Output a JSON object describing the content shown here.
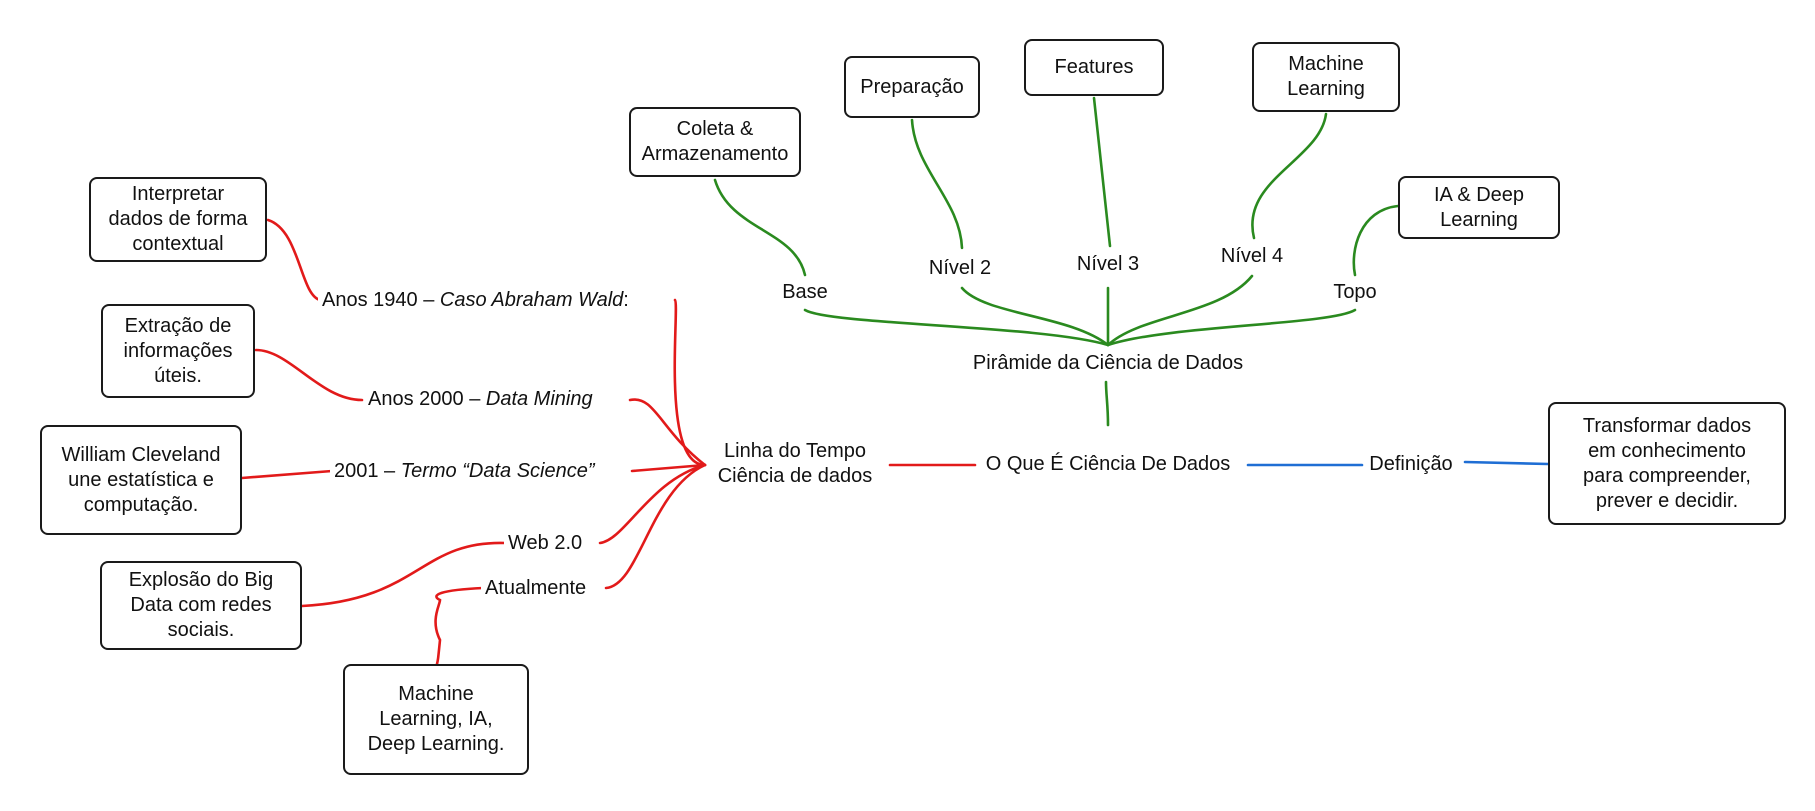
{
  "colors": {
    "timeline": "#e21a1a",
    "pyramid": "#2a8a1f",
    "definition": "#1f6ed4"
  },
  "root": {
    "label": "O Que É Ciência De Dados"
  },
  "pyramid": {
    "label": "Pirâmide da Ciência de Dados",
    "levels": [
      {
        "label": "Base",
        "box": "Coleta &\nArmazenamento"
      },
      {
        "label": "Nível 2",
        "box": "Preparação"
      },
      {
        "label": "Nível 3",
        "box": "Features"
      },
      {
        "label": "Nível 4",
        "box": "Machine\nLearning"
      },
      {
        "label": "Topo",
        "box": "IA & Deep\nLearning"
      }
    ]
  },
  "definition": {
    "label": "Definição",
    "box": "Transformar dados\nem conhecimento\npara compreender,\nprever e decidir."
  },
  "timeline": {
    "label": "Linha do Tempo\nCiência de dados",
    "items": [
      {
        "prefix": "Anos 1940 – ",
        "italic": "Caso Abraham Wald",
        "suffix": ":",
        "box": "Interpretar\ndados de forma\ncontextual"
      },
      {
        "prefix": "Anos 2000 – ",
        "italic": "Data Mining",
        "suffix": "",
        "box": "Extração de\ninformações\núteis."
      },
      {
        "prefix": "2001 – ",
        "italic": "Termo “Data Science”",
        "suffix": "",
        "box": "William Cleveland\nune estatística e\ncomputação."
      },
      {
        "prefix": "Web 2.0",
        "italic": "",
        "suffix": "",
        "box": "Explosão do Big\nData com redes\nsociais."
      },
      {
        "prefix": "Atualmente",
        "italic": "",
        "suffix": "",
        "box": "Machine\nLearning, IA,\nDeep Learning."
      }
    ]
  }
}
